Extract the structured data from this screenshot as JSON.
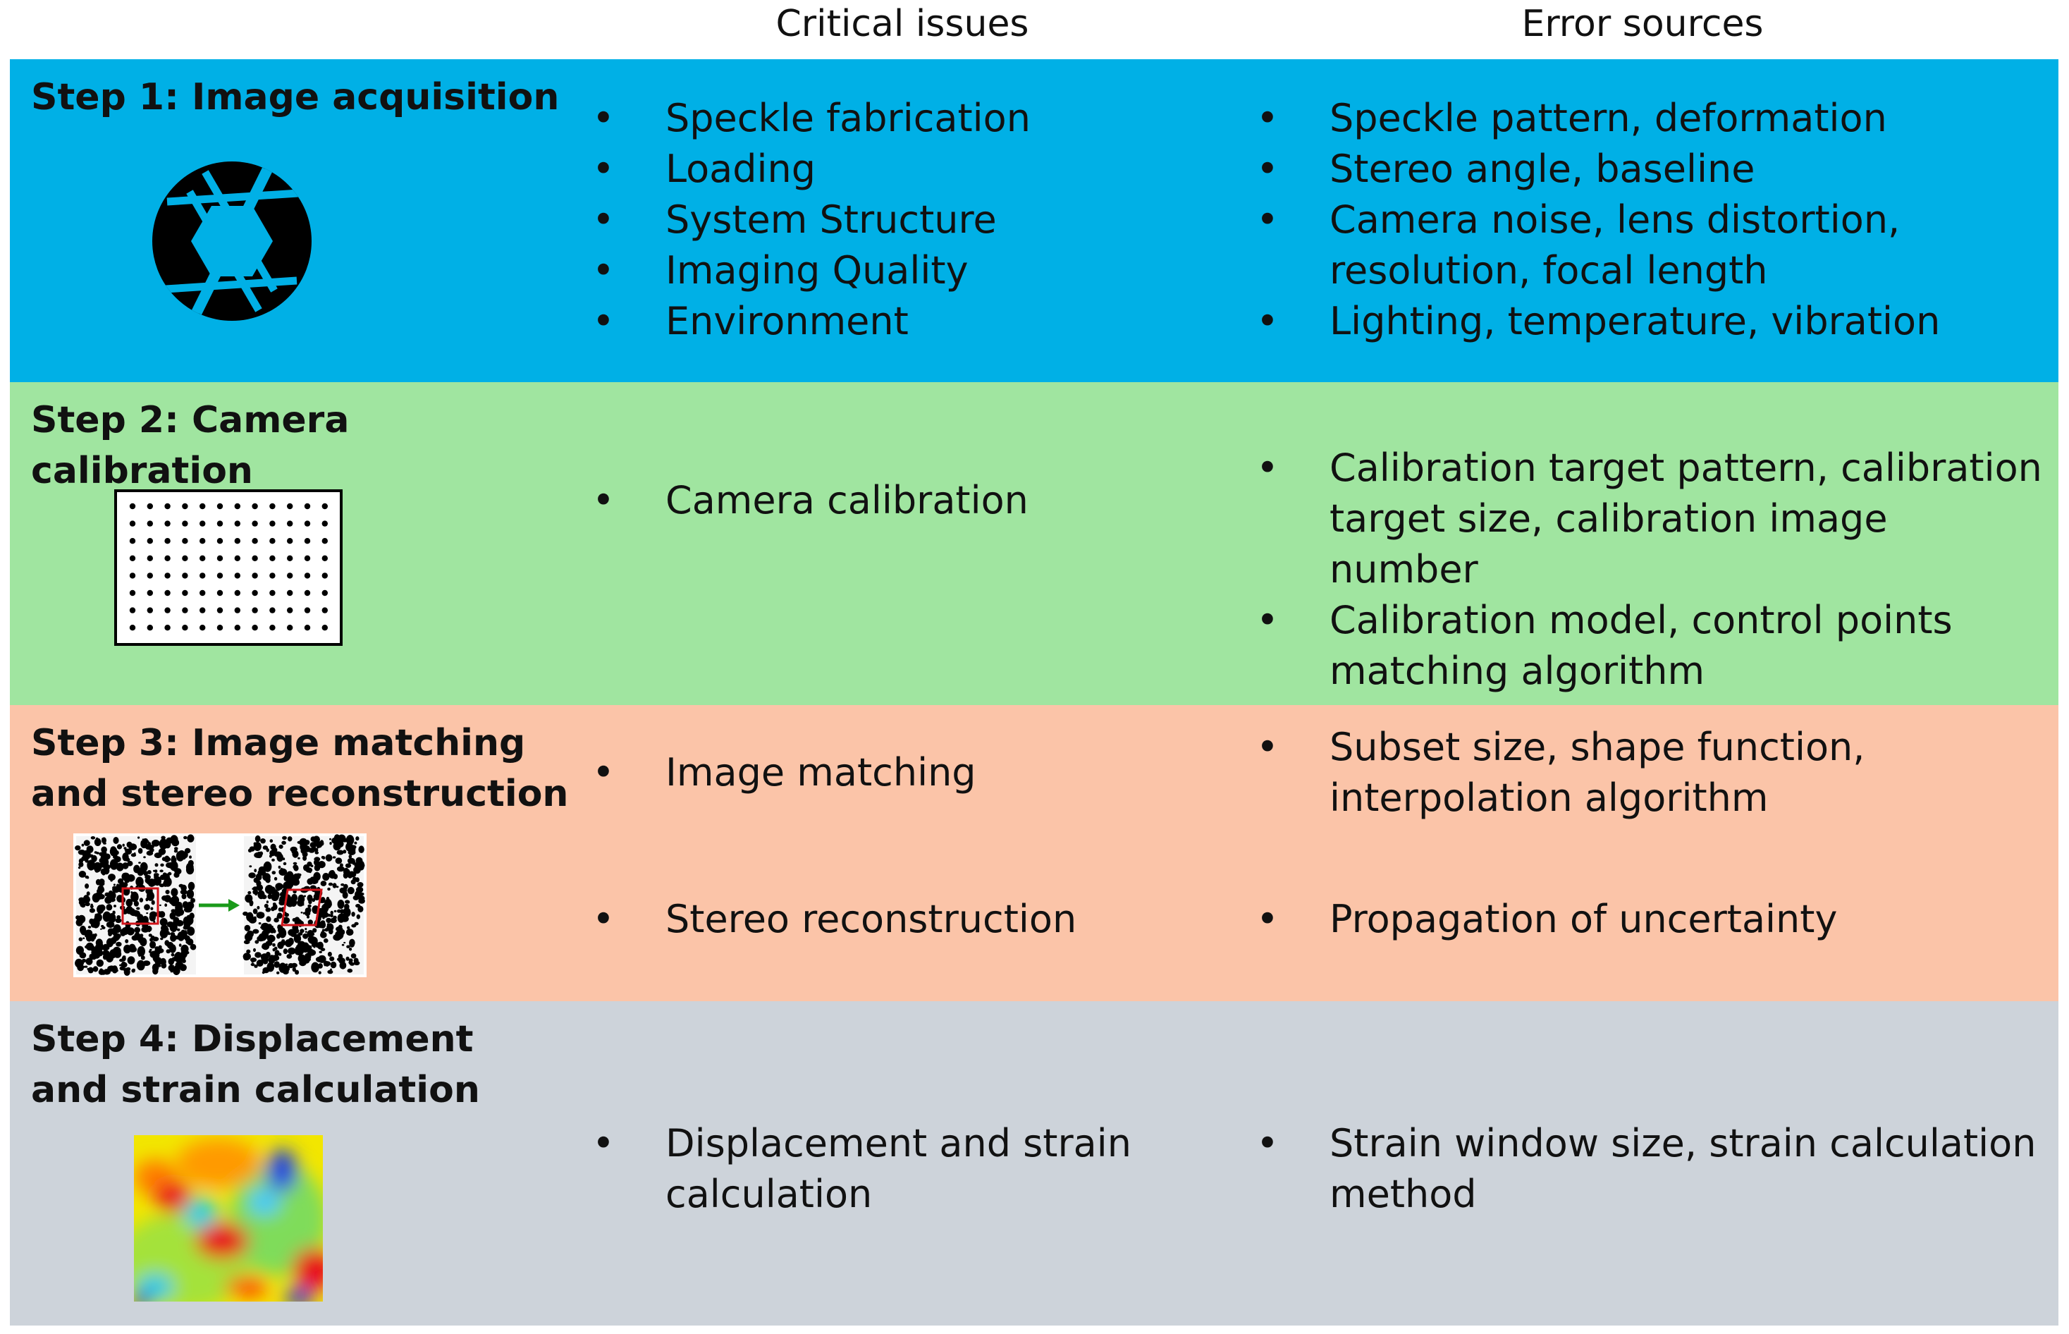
{
  "headers": {
    "critical": "Critical issues",
    "errors": "Error sources"
  },
  "colors": {
    "step1": "#00b0e6",
    "step2": "#a0e5a0",
    "step3": "#fbc4a8",
    "step4": "#cdd3da"
  },
  "steps": [
    {
      "title": "Step 1: Image acquisition",
      "icon": "camera-aperture-icon",
      "critical": [
        "Speckle fabrication",
        "Loading",
        "System Structure",
        "Imaging Quality",
        "Environment"
      ],
      "errors": [
        "Speckle pattern, deformation",
        "Stereo angle, baseline",
        "Camera noise, lens distortion, resolution, focal length",
        "Lighting, temperature, vibration"
      ]
    },
    {
      "title": "Step 2: Camera calibration",
      "icon": "calibration-dot-grid-icon",
      "critical": [
        "Camera calibration"
      ],
      "errors": [
        "Calibration target pattern, calibration target size, calibration image number",
        "Calibration model, control points matching algorithm"
      ]
    },
    {
      "title_line1": "Step 3: Image matching",
      "title_line2": "and stereo reconstruction",
      "icon": "speckle-matching-icon",
      "critical": [
        "Image matching",
        "Stereo reconstruction"
      ],
      "errors": [
        "Subset size, shape function, interpolation algorithm",
        "Propagation of uncertainty"
      ]
    },
    {
      "title_line1": "Step 4: Displacement",
      "title_line2": "and strain calculation",
      "icon": "strain-field-map-icon",
      "critical": [
        "Displacement and strain calculation"
      ],
      "errors": [
        "Strain window size, strain calculation method"
      ]
    }
  ]
}
